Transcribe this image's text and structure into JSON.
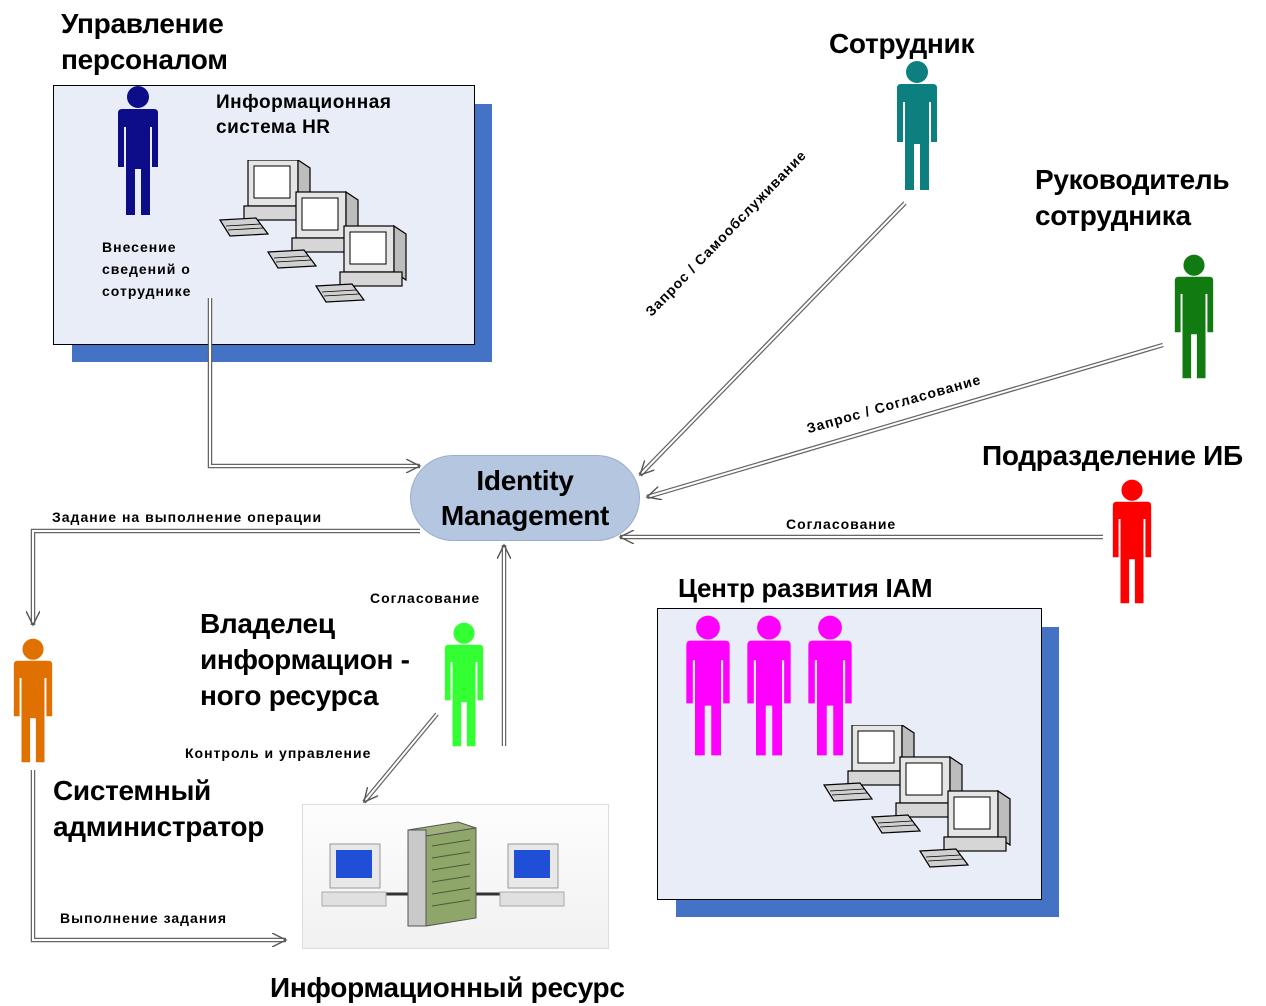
{
  "hr": {
    "title": "Управление\nперсоналом",
    "system_label": "Информационная\nсистема HR",
    "input_label": "Внесение\nсведений о\nсотруднике"
  },
  "center": {
    "label": "Identity\nManagement"
  },
  "employee": {
    "title": "Сотрудник",
    "arrow_label": "Запрос / Самообслуживание"
  },
  "manager": {
    "title": "Руководитель\nсотрудника",
    "arrow_label": "Запрос / Согласование"
  },
  "security": {
    "title": "Подразделение ИБ",
    "arrow_label": "Согласование"
  },
  "task": {
    "label": "Задание на выполнение операции"
  },
  "sysadmin": {
    "title": "Системный\nадминистратор",
    "exec_label": "Выполнение задания"
  },
  "owner": {
    "title": "Владелец\nинформацион -\nного ресурса",
    "approve_label": "Согласование",
    "control_label": "Контроль и управление"
  },
  "iam_center": {
    "title": "Центр развития IAM"
  },
  "resource": {
    "title": "Информационный ресурс"
  },
  "colors": {
    "hr_person": "#0d0d8a",
    "employee": "#0e7f7f",
    "manager": "#117a11",
    "security": "#ff0000",
    "sysadmin": "#e07000",
    "owner": "#33ff33",
    "iam": "#ff00ff",
    "panel_shadow": "#4472c4",
    "center_fill": "#b4c6e0"
  },
  "icons": [
    "person-icon",
    "workstation-icon",
    "server-icon"
  ]
}
